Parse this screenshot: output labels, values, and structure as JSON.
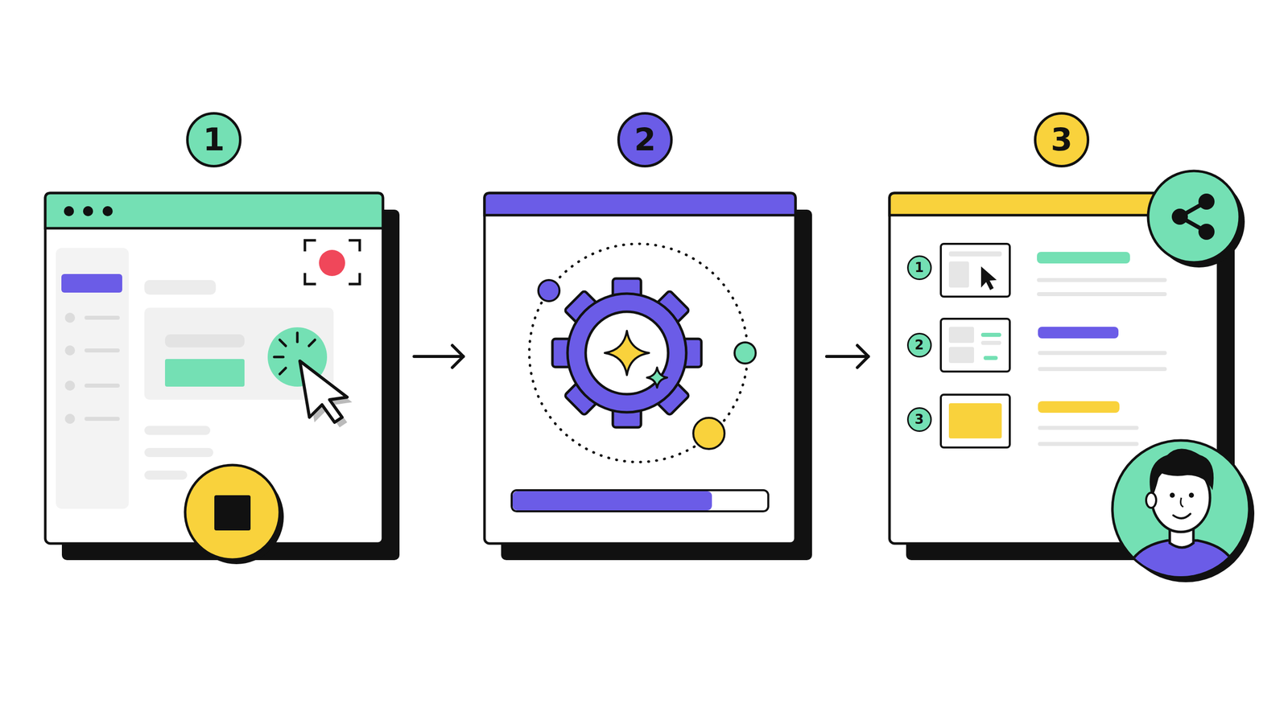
{
  "diagram": {
    "nodes": [
      {
        "text": [
          "1"
        ]
      },
      {
        "text": [
          "2"
        ]
      },
      {
        "text": [
          "3"
        ]
      },
      {
        "text": [
          "1"
        ],
        "in": 2
      },
      {
        "text": [
          "2"
        ],
        "in": 2
      },
      {
        "text": [
          "3"
        ],
        "in": 2
      }
    ],
    "edges": [
      {
        "from": 0,
        "to": 1,
        "arrow": "to"
      },
      {
        "from": 1,
        "to": 2,
        "arrow": "to"
      }
    ]
  }
}
